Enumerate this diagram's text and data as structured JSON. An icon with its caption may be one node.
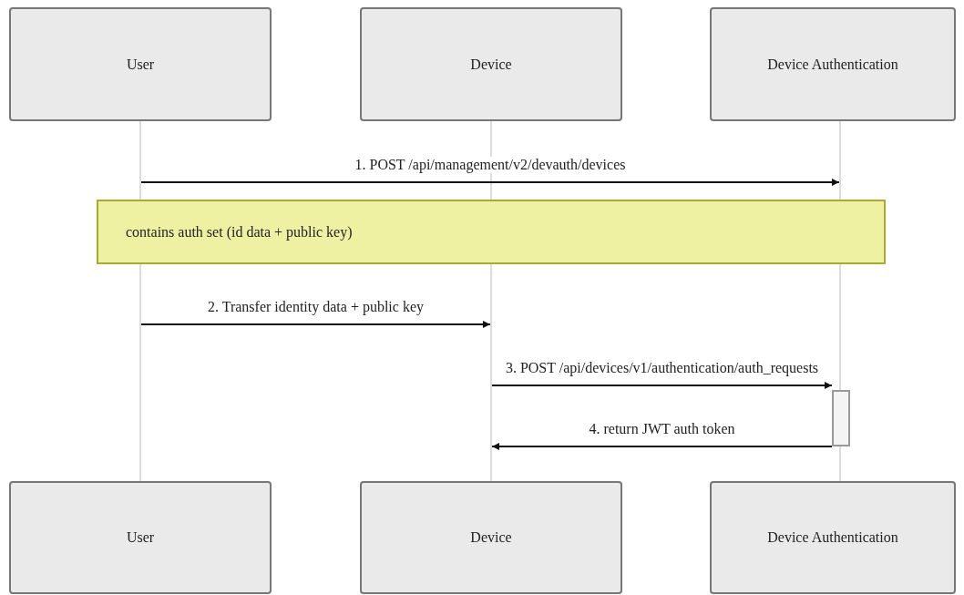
{
  "diagram": {
    "nodes": [
      {
        "text": [
          "User"
        ]
      },
      {
        "text": [
          "Device"
        ]
      },
      {
        "text": [
          "Device Authentication"
        ]
      },
      {
        "text": [
          "User"
        ]
      },
      {
        "text": [
          "Device"
        ]
      },
      {
        "text": [
          "Device Authentication"
        ]
      },
      {
        "text": [],
        "shape": "line"
      },
      {
        "text": [],
        "shape": "line"
      },
      {
        "text": [],
        "shape": "line"
      },
      {
        "text": [
          "contains auth set (id data + public key)"
        ]
      },
      {
        "text": [],
        "shape": "bar"
      }
    ],
    "edges": [
      {
        "from": 6,
        "to": 8,
        "arrow": "to",
        "label": "1. POST /api/management/v2/devauth/devices"
      },
      {
        "from": 6,
        "to": 7,
        "arrow": "to",
        "label": "2. Transfer identity data + public key"
      },
      {
        "from": 7,
        "to": 10,
        "arrow": "to",
        "label": "3. POST /api/devices/v1/authentication/auth_requests"
      },
      {
        "from": 10,
        "to": 7,
        "arrow": "to",
        "label": "4. return JWT auth token"
      }
    ]
  }
}
